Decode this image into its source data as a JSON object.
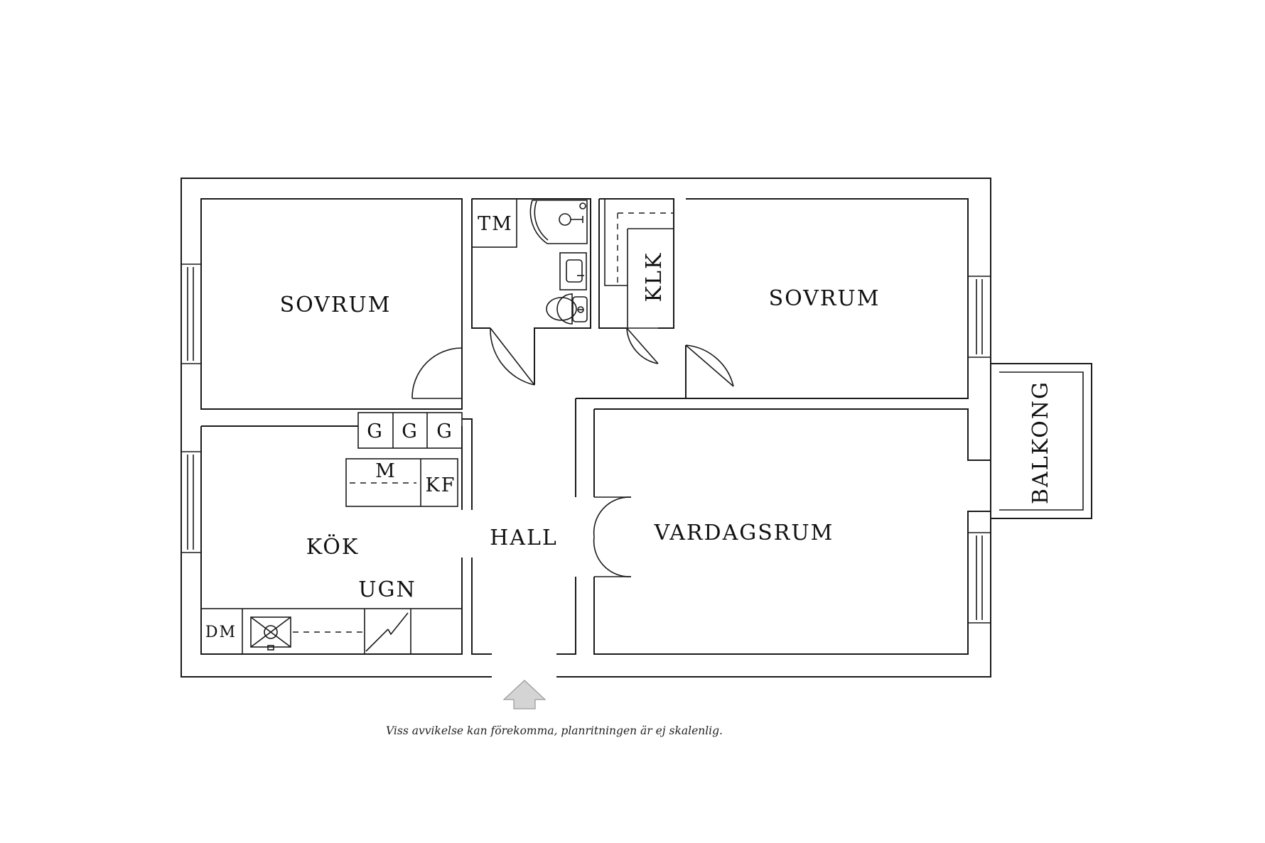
{
  "rooms": {
    "bedroom_left": "SOVRUM",
    "bedroom_right": "SOVRUM",
    "kitchen": "KÖK",
    "hall": "HALL",
    "living_room": "VARDAGSRUM",
    "balcony": "BALKONG",
    "closet": "KLK",
    "laundry": "TM"
  },
  "fixtures": {
    "wardrobes": [
      "G",
      "G",
      "G"
    ],
    "microwave": "M",
    "fridge": "KF",
    "dishwasher": "DM",
    "oven": "UGN"
  },
  "disclaimer": "Viss avvikelse kan förekomma, planritningen är ej skalenlig.",
  "colors": {
    "line": "#1a1a1a",
    "entrance_arrow": "#d4d4d4",
    "background": "#ffffff"
  },
  "icons": {
    "entrance": "entrance-arrow-icon",
    "shower": "shower-icon",
    "sink": "sink-icon",
    "toilet": "toilet-icon",
    "stove": "stove-icon"
  }
}
